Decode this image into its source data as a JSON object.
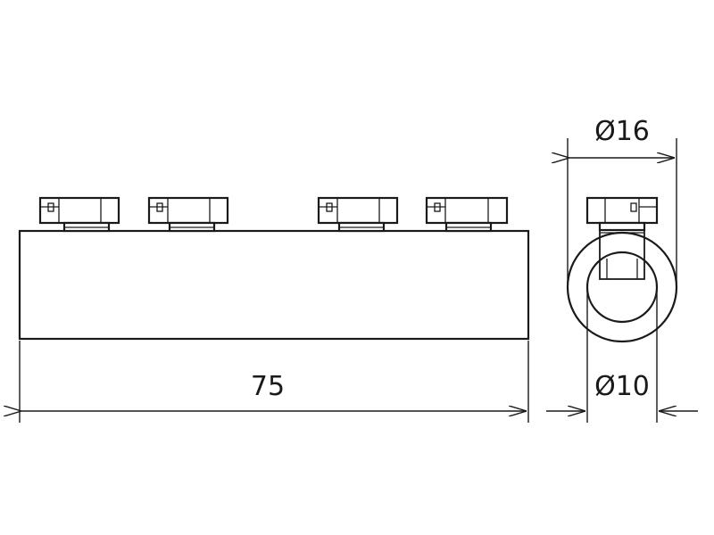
{
  "dimensions": {
    "length": "75",
    "outer_diameter": "Ø16",
    "inner_diameter": "Ø10"
  },
  "colors": {
    "line": "#1a1a1a",
    "background": "#ffffff"
  }
}
